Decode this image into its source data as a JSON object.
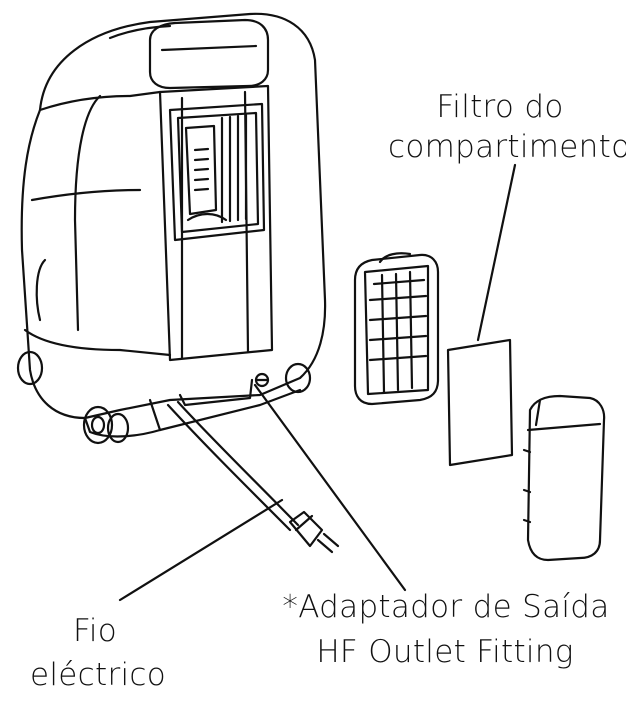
{
  "labels": {
    "filter_line1": "Filtro do",
    "filter_line2": "compartimento",
    "outlet_line1": "*Adaptador de Saída",
    "outlet_line2": "HF Outlet Fitting",
    "cord_line1": "Fio",
    "cord_line2": "eléctrico"
  },
  "colors": {
    "stroke": "#111111",
    "background": "#ffffff"
  }
}
